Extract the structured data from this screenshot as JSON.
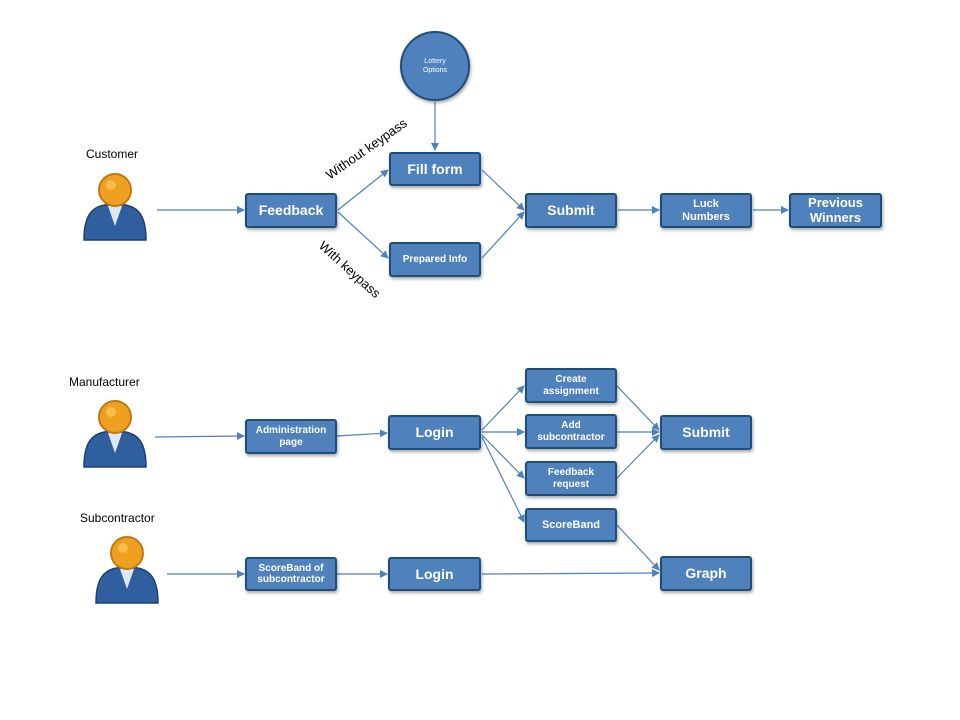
{
  "actors": {
    "customer": "Customer",
    "manufacturer": "Manufacturer",
    "subcontractor": "Subcontractor"
  },
  "customer_flow": {
    "feedback": "Feedback",
    "fill_form": "Fill form",
    "prepared_info": "Prepared Info",
    "submit": "Submit",
    "luck_numbers": "Luck Numbers",
    "previous_winners": "Previous Winners",
    "lottery_options": "Lottery Options",
    "without_keypass": "Without keypass",
    "with_keypass": "With keypass"
  },
  "manufacturer_flow": {
    "administration_page": "Administration page",
    "login": "Login",
    "create_assignment": "Create assignment",
    "add_subcontractor": "Add subcontractor",
    "feedback_request": "Feedback request",
    "scoreband": "ScoreBand",
    "submit": "Submit"
  },
  "subcontractor_flow": {
    "scoreband_of_subcontractor": "ScoreBand of subcontractor",
    "login": "Login",
    "graph": "Graph"
  },
  "colors": {
    "box_fill": "#4f81bd",
    "box_border": "#1f4e79",
    "arrow": "#4f81bd",
    "actor_head": "#f0a020",
    "actor_body": "#2f5f9f"
  }
}
